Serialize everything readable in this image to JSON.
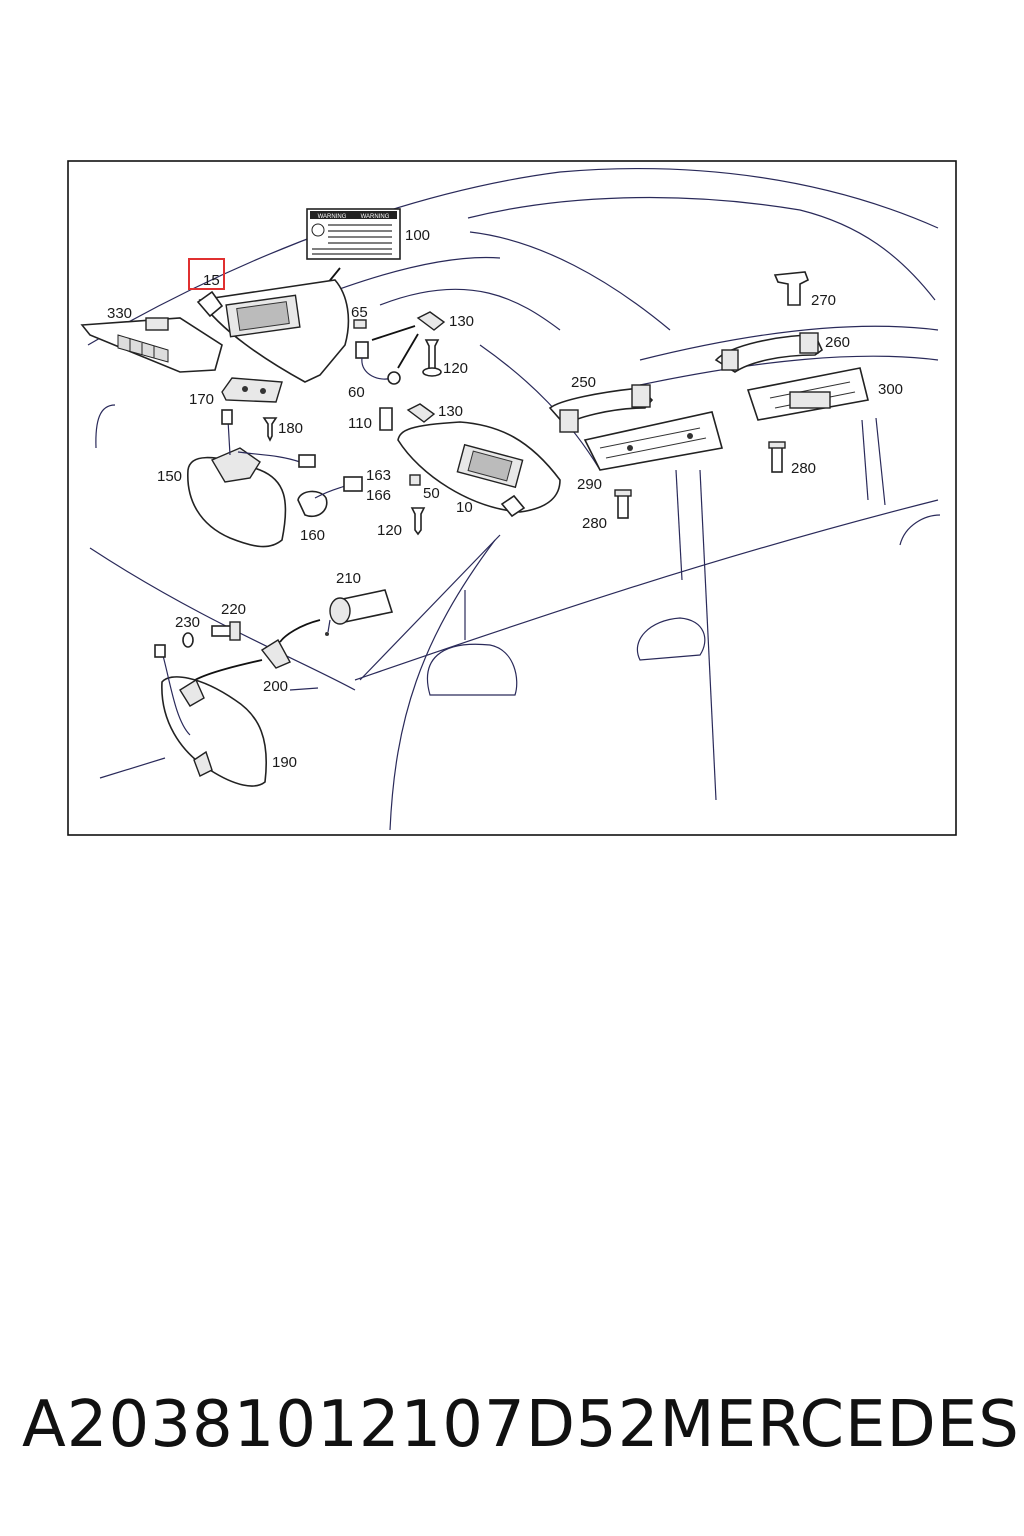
{
  "diagram": {
    "warning_label": {
      "left": "WARNING",
      "right": "WARNING"
    },
    "labels": {
      "l10": "10",
      "l15": "15",
      "l50": "50",
      "l60": "60",
      "l65": "65",
      "l100": "100",
      "l110": "110",
      "l120a": "120",
      "l120b": "120",
      "l130a": "130",
      "l130b": "130",
      "l150": "150",
      "l160": "160",
      "l163": "163",
      "l166": "166",
      "l170": "170",
      "l180": "180",
      "l190": "190",
      "l200": "200",
      "l210": "210",
      "l220": "220",
      "l230": "230",
      "l250": "250",
      "l260": "260",
      "l270": "270",
      "l280a": "280",
      "l280b": "280",
      "l290": "290",
      "l300": "300",
      "l330": "330"
    },
    "highlight_color": "#e03030"
  },
  "footer": {
    "part_number": "A20381012107D52",
    "brand": "MERCEDES"
  }
}
